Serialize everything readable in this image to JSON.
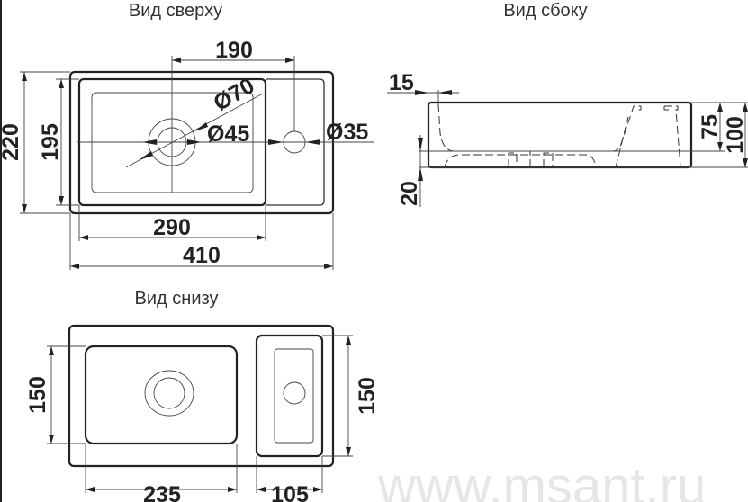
{
  "views": {
    "top": {
      "title": "Вид сверху"
    },
    "side": {
      "title": "Вид сбоку"
    },
    "bottom": {
      "title": "Вид снизу"
    }
  },
  "dimensions": {
    "top": {
      "hole_spacing": "190",
      "overall_depth": "220",
      "bowl_depth": "195",
      "bowl_width": "290",
      "overall_width": "410",
      "drain_outer": "Ø70",
      "drain_inner": "Ø45",
      "tap_hole": "Ø35"
    },
    "side": {
      "rim": "15",
      "bowl_height": "75",
      "overall_height": "100",
      "base": "20"
    },
    "bottom": {
      "left_depth": "150",
      "right_depth": "150",
      "left_width": "235",
      "right_width": "105"
    }
  },
  "watermark": "www.msant.ru",
  "colors": {
    "line": "#222222",
    "text": "#333333",
    "watermark": "#e6e6e6"
  }
}
